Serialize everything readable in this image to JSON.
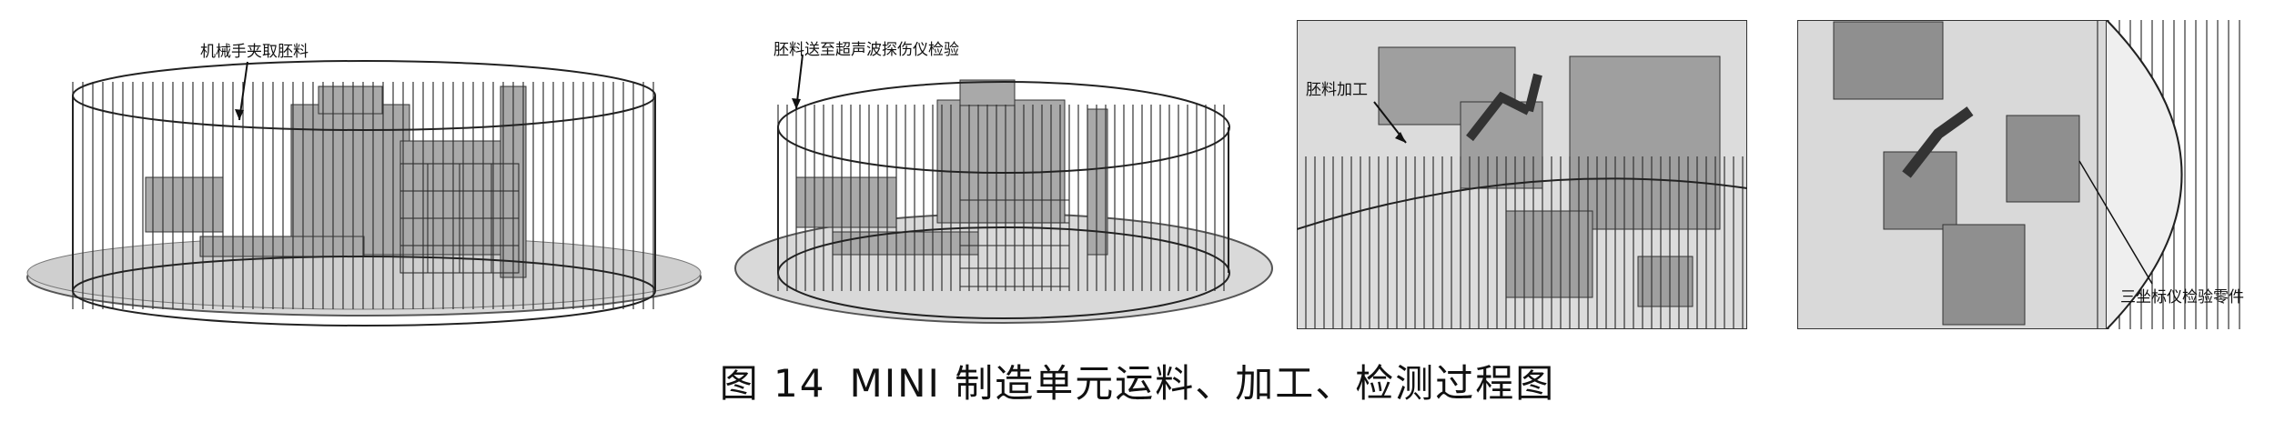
{
  "figure": {
    "panels": [
      {
        "callout": "机械手夹取胚料"
      },
      {
        "callout": "胚料送至超声波探伤仪检验"
      },
      {
        "callout": "胚料加工"
      },
      {
        "callout": "三坐标仪检验零件"
      }
    ],
    "caption": {
      "label": "图 14",
      "text": "MINI 制造单元运料、加工、检测过程图"
    }
  }
}
